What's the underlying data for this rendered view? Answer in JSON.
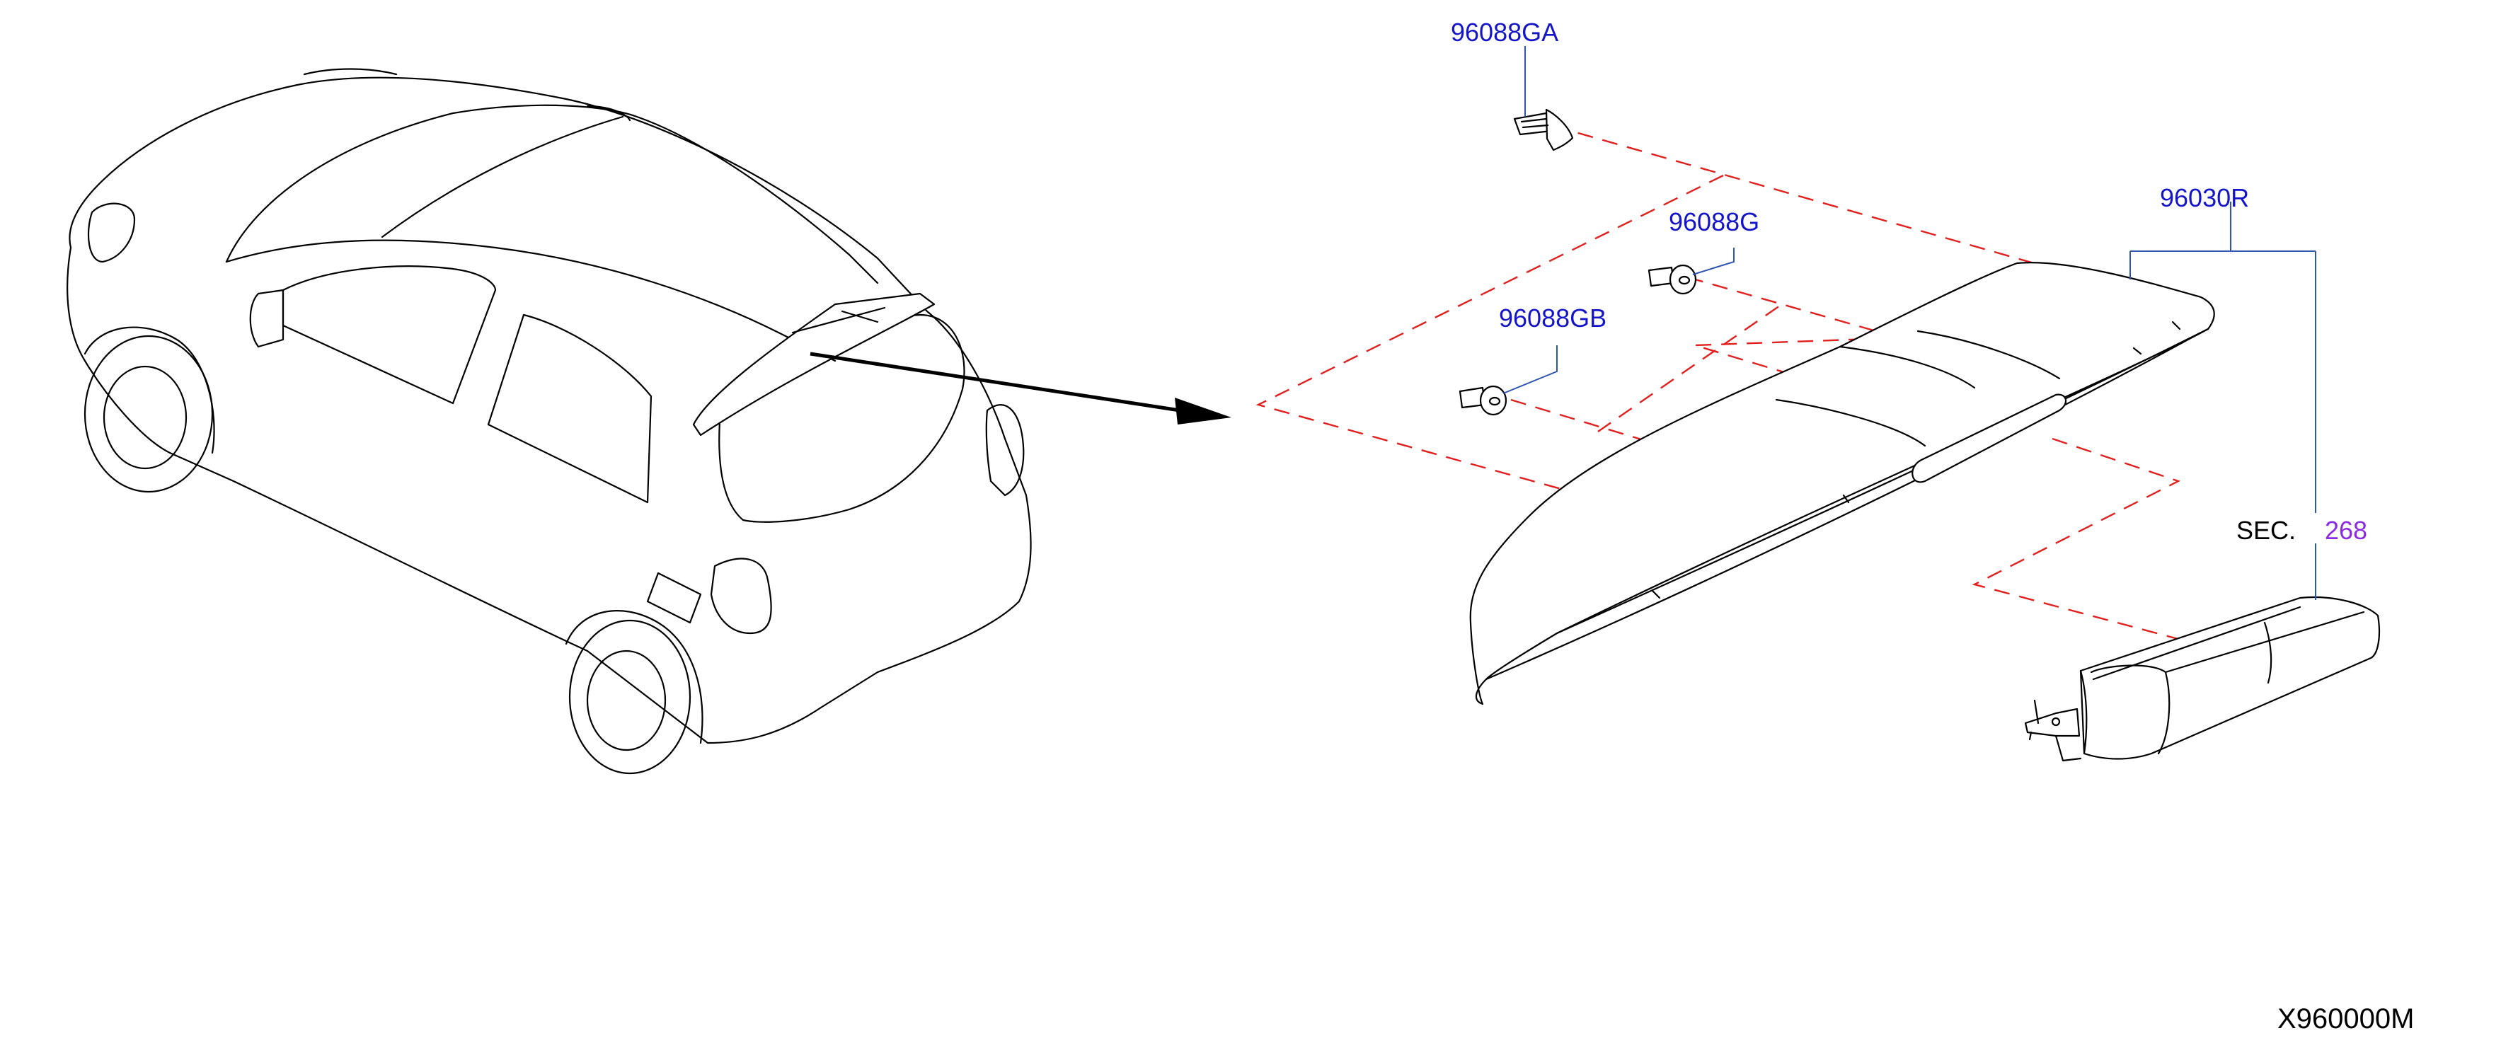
{
  "colors": {
    "part_label": "#1515c8",
    "section_number": "#8a2be2",
    "leader_line": "#2f55b0",
    "dashed_line": "#e0201e",
    "outline": "#000000",
    "text": "#000000"
  },
  "parts": {
    "clip_ga": "96088GA",
    "clip_g": "96088G",
    "clip_gb": "96088GB",
    "spoiler": "96030R"
  },
  "section": {
    "prefix": "SEC.",
    "number": "268"
  },
  "drawing_id": "X960000M"
}
